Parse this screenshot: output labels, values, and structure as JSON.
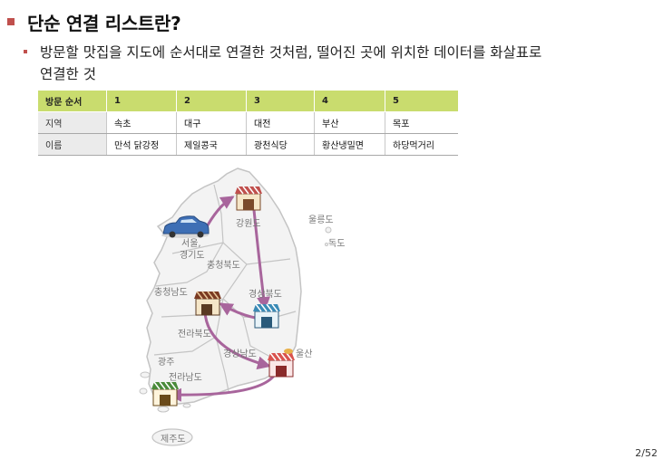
{
  "title": "단순 연결 리스트란?",
  "subtitle_line1": "방문할 맛집을 지도에 순서대로 연결한 것처럼, 떨어진 곳에 위치한 데이터를 화살표로",
  "subtitle_line2": "연결한 것",
  "table": {
    "headers": [
      "방문 순서",
      "1",
      "2",
      "3",
      "4",
      "5"
    ],
    "rows": [
      [
        "지역",
        "속초",
        "대구",
        "대전",
        "부산",
        "목포"
      ],
      [
        "이름",
        "만석 닭강정",
        "제일콩국",
        "광천식당",
        "황산냉밀면",
        "하당먹거리"
      ]
    ]
  },
  "map": {
    "regions": [
      "강원도",
      "울릉도",
      "독도",
      "서울,",
      "경기도",
      "충청북도",
      "충청남도",
      "경상북도",
      "전라북도",
      "경상남도",
      "울산",
      "광주",
      "전라남도",
      "제주도"
    ],
    "colors": {
      "land": "#f3f3f3",
      "border": "#c4c4c4",
      "route": "#a8659c",
      "accent": "#c0504d"
    }
  },
  "page_number": "2/52"
}
